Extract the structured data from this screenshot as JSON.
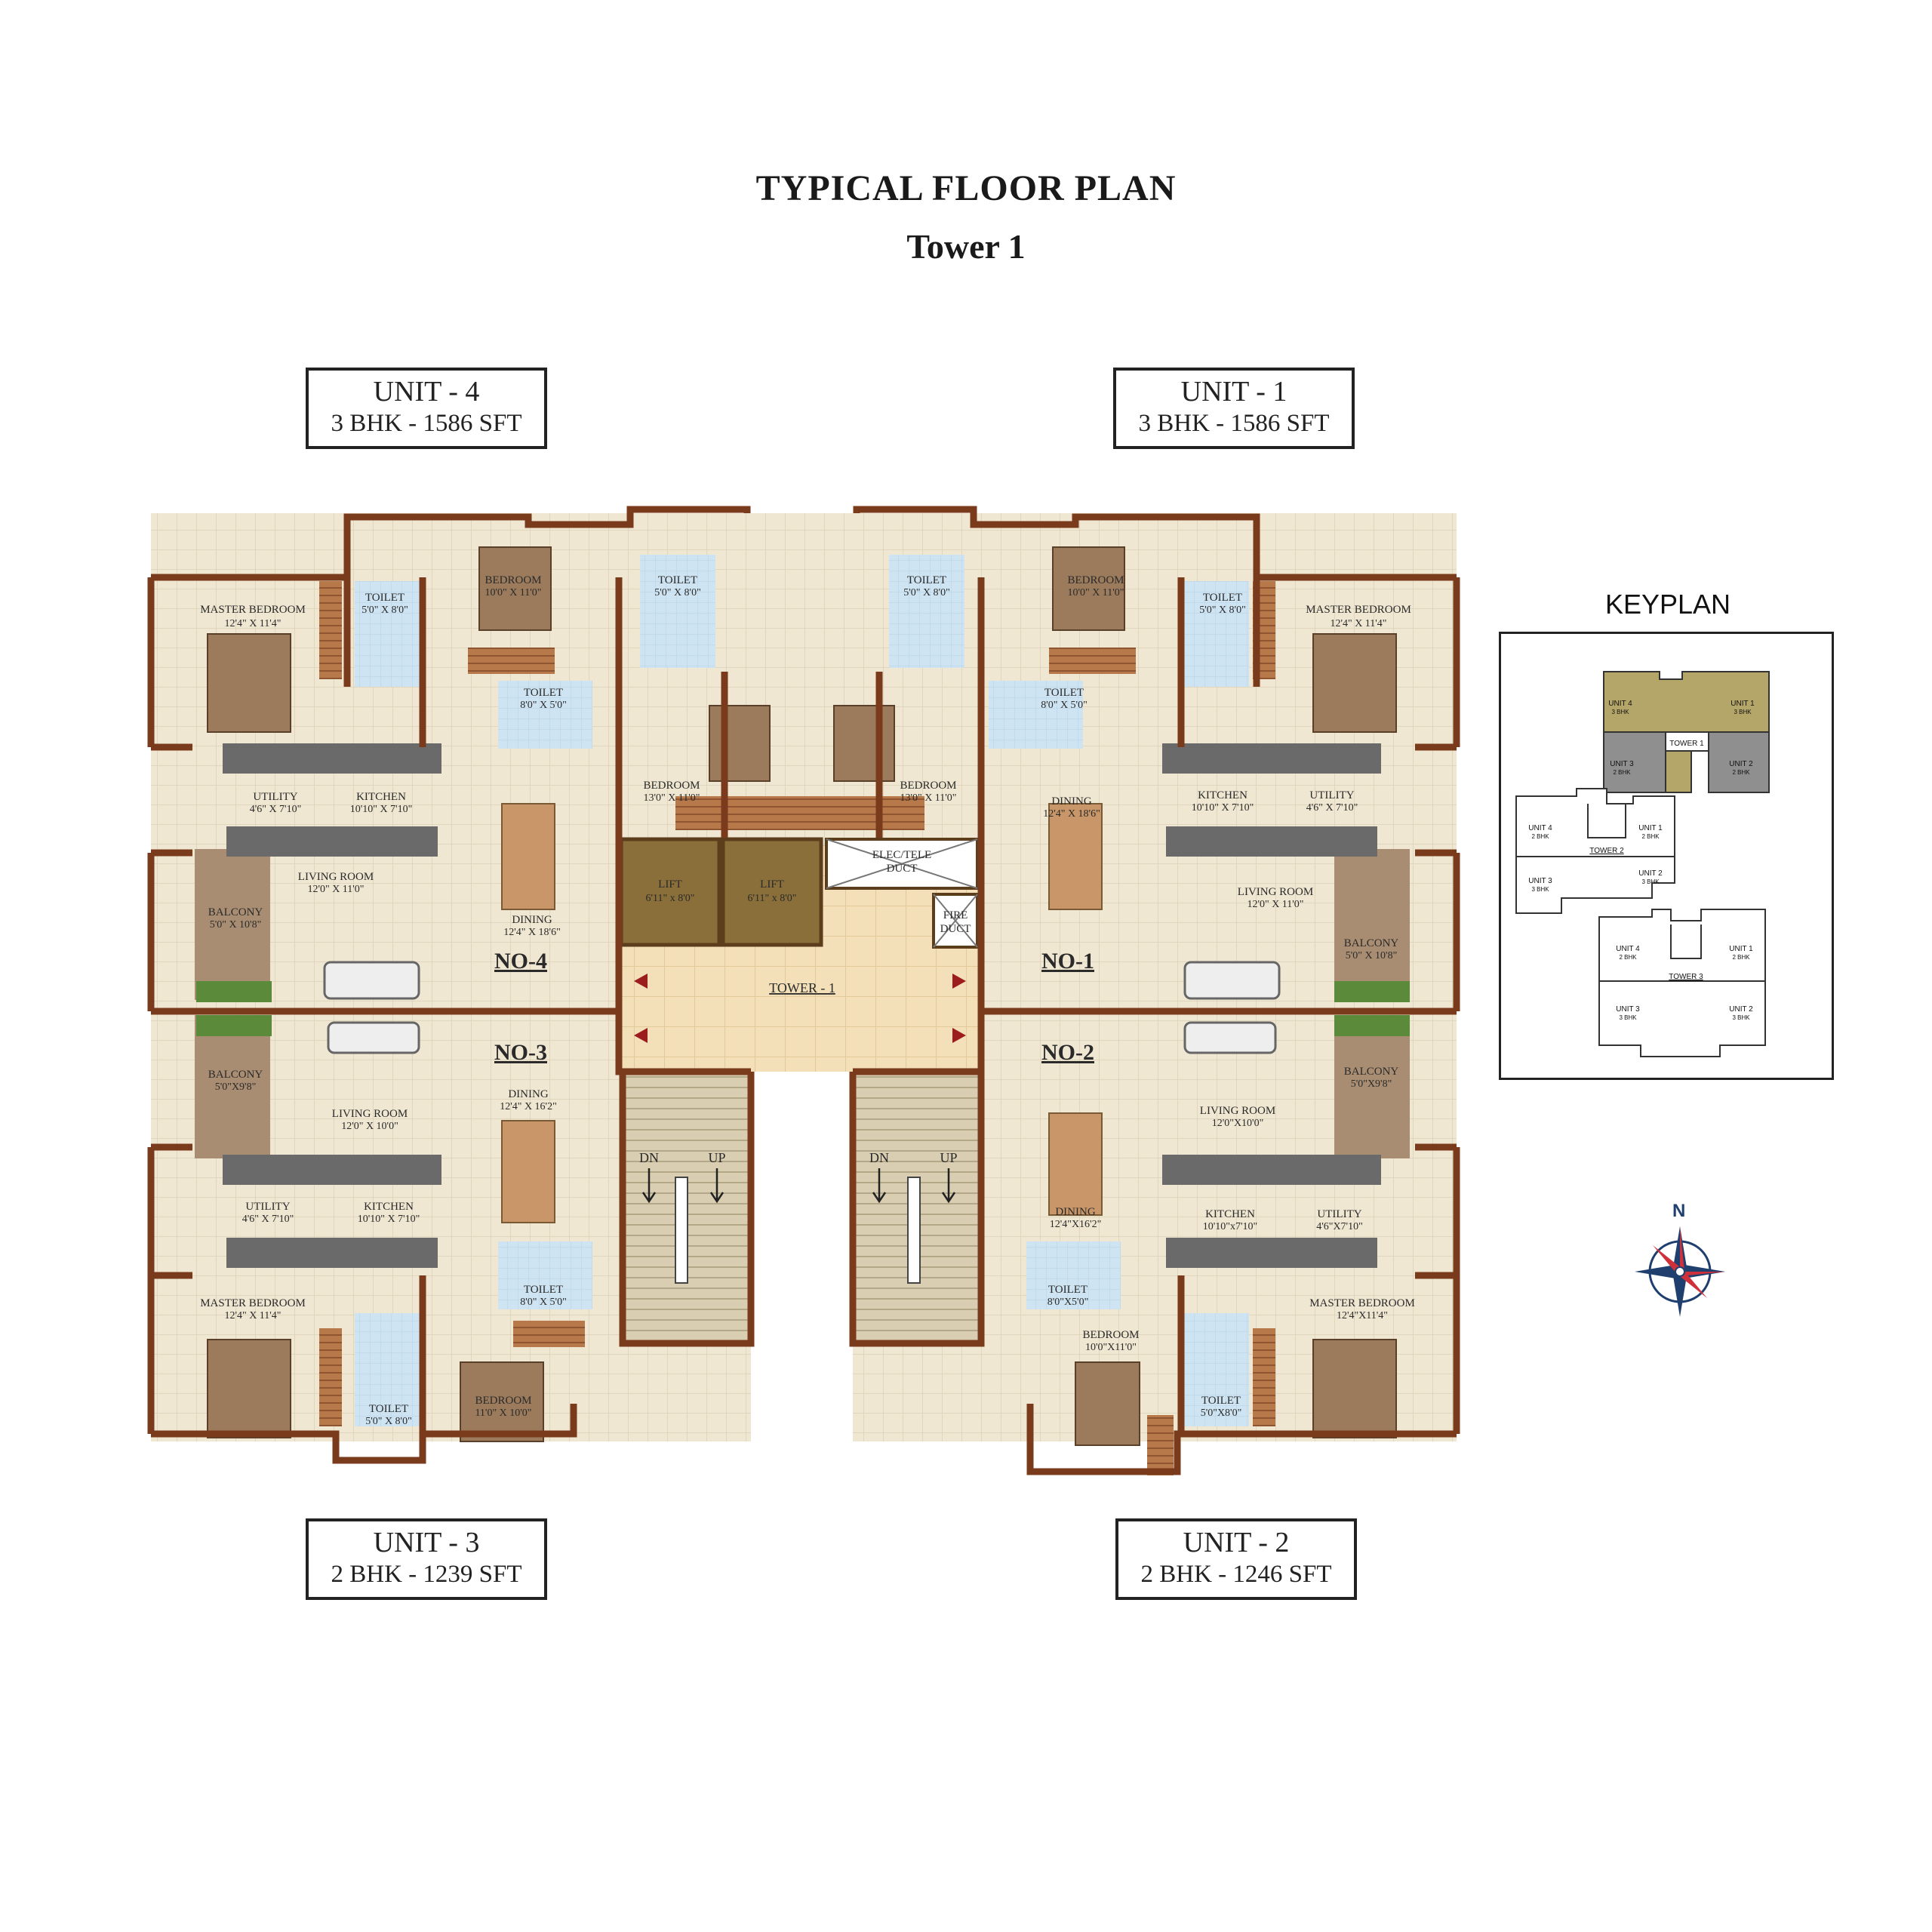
{
  "header": {
    "title": "TYPICAL FLOOR PLAN",
    "subtitle": "Tower 1"
  },
  "units": {
    "unit4": {
      "name": "UNIT - 4",
      "spec": "3 BHK - 1586 SFT"
    },
    "unit1": {
      "name": "UNIT - 1",
      "spec": "3 BHK - 1586 SFT"
    },
    "unit3": {
      "name": "UNIT - 3",
      "spec": "2 BHK - 1239 SFT"
    },
    "unit2": {
      "name": "UNIT - 2",
      "spec": "2 BHK - 1246 SFT"
    }
  },
  "flats": {
    "no4": "NO-4",
    "no1": "NO-1",
    "no3": "NO-3",
    "no2": "NO-2"
  },
  "core": {
    "lift_label": "LIFT",
    "lift_dim": "6'11\" x 8'0\"",
    "elec1": "ELEC/TELE",
    "elec2": "DUCT",
    "fire1": "FIRE",
    "fire2": "DUCT",
    "tower": "TOWER - 1",
    "dn": "DN",
    "up": "UP"
  },
  "rooms": {
    "u4_master": {
      "name": "MASTER BEDROOM",
      "dim": "12'4\" X 11'4\""
    },
    "u4_toilet1": {
      "name": "TOILET",
      "dim": "5'0\" X 8'0\""
    },
    "u4_bedroom": {
      "name": "BEDROOM",
      "dim": "10'0\" X 11'0\""
    },
    "u4_toilet2": {
      "name": "TOILET",
      "dim": "5'0\" X 8'0\""
    },
    "u4_toilet3": {
      "name": "TOILET",
      "dim": "8'0\" X 5'0\""
    },
    "u4_bedroom2": {
      "name": "BEDROOM",
      "dim": "13'0\" X 11'0\""
    },
    "u4_utility": {
      "name": "UTILITY",
      "dim": "4'6\" X 7'10\""
    },
    "u4_kitchen": {
      "name": "KITCHEN",
      "dim": "10'10\" X 7'10\""
    },
    "u4_living": {
      "name": "LIVING ROOM",
      "dim": "12'0\" X 11'0\""
    },
    "u4_dining": {
      "name": "DINING",
      "dim": "12'4\" X 18'6\""
    },
    "u4_balcony": {
      "name": "BALCONY",
      "dim": "5'0\" X 10'8\""
    },
    "u1_toilet1": {
      "name": "TOILET",
      "dim": "5'0\" X 8'0\""
    },
    "u1_bedroom": {
      "name": "BEDROOM",
      "dim": "10'0\" X 11'0\""
    },
    "u1_toilet2": {
      "name": "TOILET",
      "dim": "5'0\" X 8'0\""
    },
    "u1_master": {
      "name": "MASTER BEDROOM",
      "dim": "12'4\" X 11'4\""
    },
    "u1_toilet3": {
      "name": "TOILET",
      "dim": "8'0\" X 5'0\""
    },
    "u1_bedroom2": {
      "name": "BEDROOM",
      "dim": "13'0\" X 11'0\""
    },
    "u1_dining": {
      "name": "DINING",
      "dim": "12'4\" X 18'6\""
    },
    "u1_kitchen": {
      "name": "KITCHEN",
      "dim": "10'10\" X 7'10\""
    },
    "u1_utility": {
      "name": "UTILITY",
      "dim": "4'6\" X 7'10\""
    },
    "u1_living": {
      "name": "LIVING ROOM",
      "dim": "12'0\" X 11'0\""
    },
    "u1_balcony": {
      "name": "BALCONY",
      "dim": "5'0\" X 10'8\""
    },
    "u3_balcony": {
      "name": "BALCONY",
      "dim": "5'0\"X9'8\""
    },
    "u3_living": {
      "name": "LIVING ROOM",
      "dim": "12'0\" X 10'0\""
    },
    "u3_dining": {
      "name": "DINING",
      "dim": "12'4\" X 16'2\""
    },
    "u3_utility": {
      "name": "UTILITY",
      "dim": "4'6\" X 7'10\""
    },
    "u3_kitchen": {
      "name": "KITCHEN",
      "dim": "10'10\" X 7'10\""
    },
    "u3_toilet1": {
      "name": "TOILET",
      "dim": "8'0\" X 5'0\""
    },
    "u3_master": {
      "name": "MASTER BEDROOM",
      "dim": "12'4\" X 11'4\""
    },
    "u3_toilet2": {
      "name": "TOILET",
      "dim": "5'0\" X 8'0\""
    },
    "u3_bedroom": {
      "name": "BEDROOM",
      "dim": "11'0\" X 10'0\""
    },
    "u2_living": {
      "name": "LIVING ROOM",
      "dim": "12'0\"X10'0\""
    },
    "u2_balcony": {
      "name": "BALCONY",
      "dim": "5'0\"X9'8\""
    },
    "u2_dining": {
      "name": "DINING",
      "dim": "12'4\"X16'2\""
    },
    "u2_kitchen": {
      "name": "KITCHEN",
      "dim": "10'10\"x7'10\""
    },
    "u2_utility": {
      "name": "UTILITY",
      "dim": "4'6\"X7'10\""
    },
    "u2_toilet1": {
      "name": "TOILET",
      "dim": "8'0\"X5'0\""
    },
    "u2_master": {
      "name": "MASTER BEDROOM",
      "dim": "12'4\"X11'4\""
    },
    "u2_bedroom": {
      "name": "BEDROOM",
      "dim": "10'0\"X11'0\""
    },
    "u2_toilet2": {
      "name": "TOILET",
      "dim": "5'0\"X8'0\""
    }
  },
  "keyplan": {
    "title": "KEYPLAN",
    "t1_unit4": "UNIT 4",
    "t1_unit4_type": "3 BHK",
    "t1_unit1": "UNIT 1",
    "t1_unit1_type": "3 BHK",
    "t1_unit3": "UNIT 3",
    "t1_unit3_type": "2 BHK",
    "t1_unit2": "UNIT 2",
    "t1_unit2_type": "2 BHK",
    "tower1": "TOWER 1",
    "t2_unit4": "UNIT 4",
    "t2_unit4_type": "2 BHK",
    "t2_unit1": "UNIT 1",
    "t2_unit1_type": "2 BHK",
    "t2_unit3": "UNIT 3",
    "t2_unit3_type": "3 BHK",
    "t2_unit2": "UNIT 2",
    "t2_unit2_type": "3 BHK",
    "tower2": "TOWER 2",
    "t3_unit4": "UNIT 4",
    "t3_unit4_type": "2 BHK",
    "t3_unit1": "UNIT 1",
    "t3_unit1_type": "2 BHK",
    "t3_unit3": "UNIT 3",
    "t3_unit3_type": "3 BHK",
    "t3_unit2": "UNIT 2",
    "t3_unit2_type": "3 BHK",
    "tower3": "TOWER 3"
  },
  "compass": {
    "north": "N"
  },
  "colors": {
    "wall": "#7a3b1c",
    "floor": "#efe7d2",
    "tile_line": "#ddd2b8",
    "toilet": "#cfe4f2",
    "lift": "#8a6f3a",
    "lobby": "#f3dfb8",
    "stair": "#d8ccb0",
    "counter": "#6a6a6a",
    "wood": "#b8794a",
    "keyplan_highlight": "#b4a568",
    "keyplan_grey": "#8f8f8f"
  }
}
